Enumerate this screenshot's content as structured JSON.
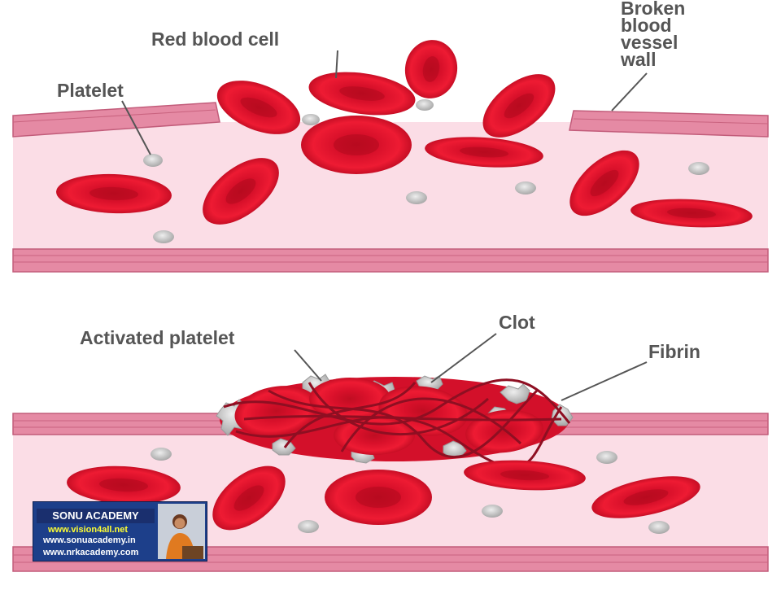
{
  "labels": {
    "red_blood_cell": "Red blood cell",
    "platelet": "Platelet",
    "broken_wall": [
      "Broken",
      "blood",
      "vessel",
      "wall"
    ],
    "activated_platelet": "Activated platelet",
    "clot": "Clot",
    "fibrin": "Fibrin"
  },
  "badge": {
    "title": "SONU ACADEMY",
    "line1": "www.vision4all.net",
    "line2": "www.sonuacademy.in",
    "line3": "www.nrkacademy.com"
  },
  "colors": {
    "rbc": "#e8142c",
    "rbc_dark": "#b00a1e",
    "vessel_wall": "#e58aa4",
    "lumen": "#fbdde6",
    "platelet": "#c9c9c9",
    "fibrin": "#8e0f22",
    "label": "#555555"
  }
}
